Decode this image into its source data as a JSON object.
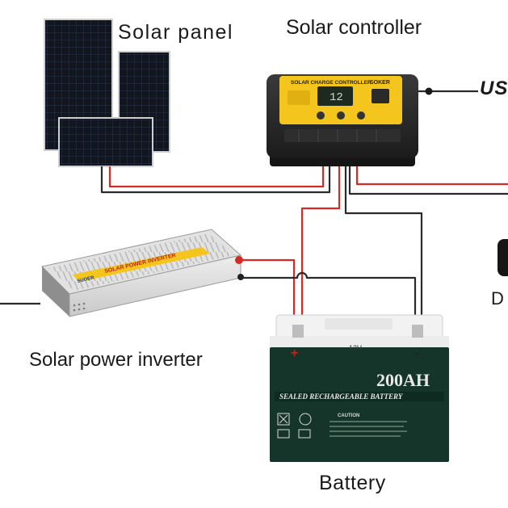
{
  "labels": {
    "solar_panel": "Solar panel",
    "solar_controller": "Solar controller",
    "solar_power_inverter": "Solar power inverter",
    "battery": "Battery",
    "edge_right_partial": "D",
    "edge_usb_partial": "US"
  },
  "controller": {
    "brand_text": "SOLAR CHARGE CONTROLLER",
    "logo_text": "SOKER",
    "display_value": "12"
  },
  "inverter": {
    "body_text": "SOLAR POWER INVERTER",
    "logo_text": "SUOER"
  },
  "battery": {
    "capacity": "200AH",
    "subtitle": "SEALED RECHARGEABLE BATTERY",
    "voltage": "12V",
    "plus_sign": "+",
    "minus_sign": "-",
    "caution_label": "CAUTION"
  },
  "colors": {
    "wire_red": "#d42b22",
    "wire_black": "#2a2a2a",
    "controller_yellow": "#f3c51d",
    "battery_green": "#16352a"
  }
}
